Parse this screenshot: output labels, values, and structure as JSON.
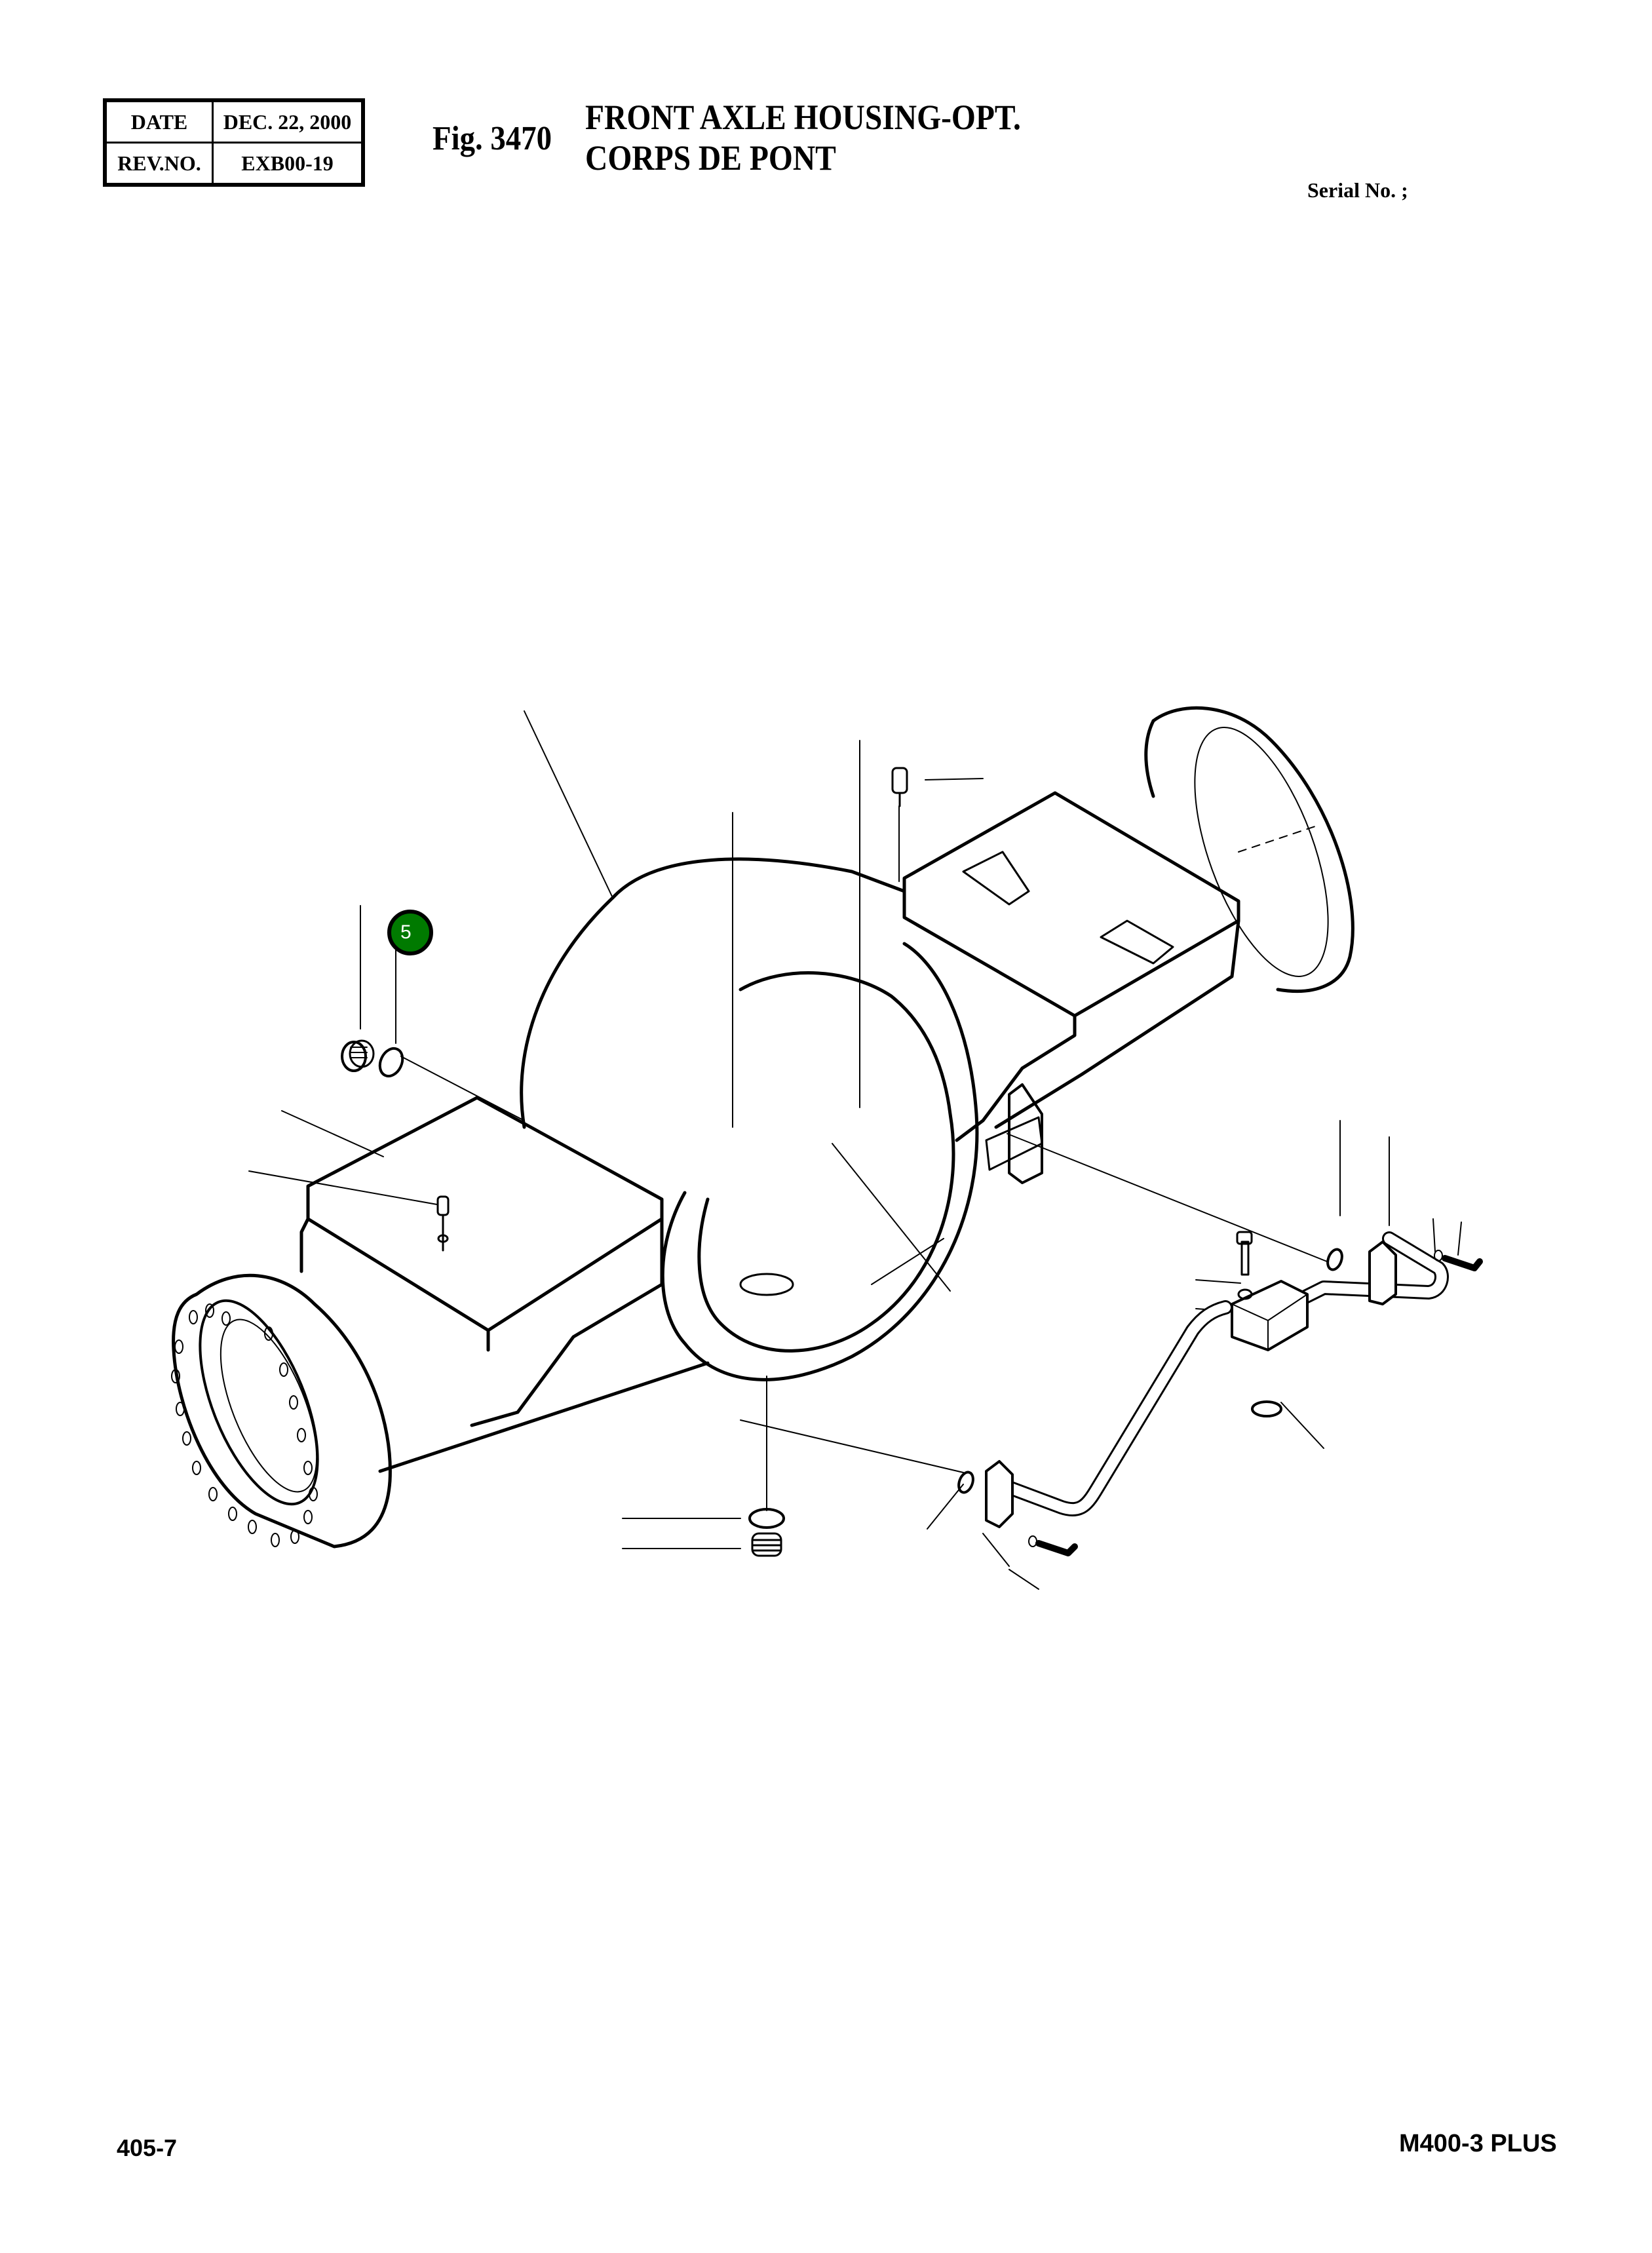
{
  "header": {
    "revision_table": {
      "date_label": "DATE",
      "date_value": "DEC. 22, 2000",
      "rev_label": "REV.NO.",
      "rev_value": "EXB00-19"
    },
    "figure_label": "Fig. 3470",
    "title_line1": "FRONT AXLE HOUSING-OPT.",
    "title_line2": "CORPS DE PONT",
    "serial_label": "Serial No. ;"
  },
  "diagram": {
    "callouts": [
      {
        "number": "5",
        "color": "#007a00",
        "text_color": "#ffffff"
      }
    ]
  },
  "footer": {
    "page_number": "405-7",
    "model": "M400-3 PLUS"
  }
}
